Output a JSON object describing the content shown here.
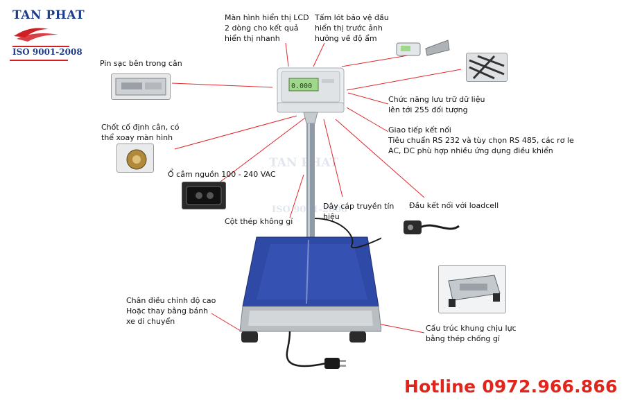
{
  "logo": {
    "brand": "TAN PHAT",
    "cert": "ISO 9001-2008"
  },
  "watermark": {
    "brand": "TAN PHAT",
    "cert": "ISO 9001-2008"
  },
  "display": {
    "reading": "0.000"
  },
  "callouts": {
    "lcd": [
      "Màn hình hiển thị LCD",
      "2 dòng cho kết quả",
      "hiển thị nhanh"
    ],
    "protect": [
      "Tấm lót bảo vệ đầu",
      "hiển thị trước ảnh",
      "hưởng về độ ẩm"
    ],
    "battery": [
      "Pin sạc bên trong cân"
    ],
    "memory": [
      "Chức năng lưu trữ dữ liệu",
      "lên tới 255 đối tượng"
    ],
    "lock": [
      "Chốt cố định cân, có",
      "thể xoay màn hình"
    ],
    "interface": [
      "Giao tiếp kết nối",
      "Tiêu chuẩn RS 232 và tùy chọn RS 485, các rơ le",
      "AC, DC phù hợp nhiều ứng dụng điều khiển"
    ],
    "power": [
      "Ổ cắm nguồn 100 - 240 VAC"
    ],
    "cable": [
      "Dây cáp truyền tín",
      "hiệu"
    ],
    "loadcell": [
      "Đầu kết nối với loadcell"
    ],
    "column": [
      "Cột thép không gỉ"
    ],
    "feet": [
      "Chân điều chỉnh độ cao",
      "Hoặc thay bằng bánh",
      "xe di chuyển"
    ],
    "frame": [
      "Cấu trúc khung chịu lực",
      "bằng thép chống gỉ"
    ]
  },
  "hotline": "Hotline 0972.966.866",
  "colors": {
    "brand_blue": "#1f3c88",
    "brand_red": "#d11f26",
    "callout_line": "#e0262b",
    "platform": "#2f4aa6",
    "hotline": "#e1251b"
  }
}
